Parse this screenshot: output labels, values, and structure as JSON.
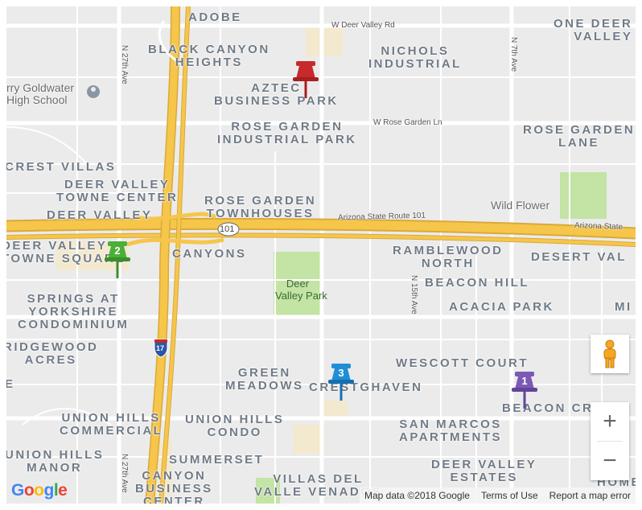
{
  "areas": {
    "adobe": "ADOBE",
    "black_canyon_heights": "BLACK CANYON\nHEIGHTS",
    "nichols_industrial": "NICHOLS\nINDUSTRIAL",
    "one_deer_valley": "ONE DEER\nVALLEY",
    "aztec_business_park": "AZTEC\nBUSINESS PARK",
    "rose_garden_industrial_park": "ROSE GARDEN\nINDUSTRIAL PARK",
    "rose_garden_lane": "ROSE GARDEN\nLANE",
    "crest_villas": "CREST VILLAS",
    "deer_valley_towne_center": "DEER VALLEY\nTOWNE CENTER",
    "deer_valley": "DEER VALLEY",
    "rose_garden_townhouses": "ROSE GARDEN\nTOWNHOUSES",
    "deer_valley_towne_square": "DEER VALLEY\nTOWNE SQUARE",
    "canyons": "CANYONS",
    "ramblewood_north": "RAMBLEWOOD\nNORTH",
    "desert_val": "DESERT VAL",
    "beacon_hill": "BEACON HILL",
    "acacia_park": "ACACIA PARK",
    "mi": "MI",
    "springs_at_yorkshire": "SPRINGS AT\nYORKSHIRE\nCONDOMINIUM",
    "ridgewood_acres": "RIDGEWOOD\nACRES",
    "wescott_court": "WESCOTT COURT",
    "green_meadows": "GREEN\nMEADOWS",
    "crestghaven": "CRESTGHAVEN",
    "beacon_cre": "BEACON CRE",
    "union_hills_commercial": "UNION HILLS\nCOMMERCIAL",
    "union_hills_condo": "UNION HILLS\nCONDO",
    "san_marcos_apartments": "SAN MARCOS\nAPARTMENTS",
    "union_hills_manor": "UNION HILLS\nMANOR",
    "summerset": "SUMMERSET",
    "canyon_business_center": "CANYON\nBUSINESS\nCENTER",
    "villas_del_valle_venados": "VILLAS DEL\nVALLE VENADOS",
    "deer_valley_estates": "DEER VALLEY\nESTATES",
    "home": "HOME",
    "e": "E"
  },
  "streets": {
    "w_deer_valley_rd": "W Deer Valley Rd",
    "w_rose_garden_ln": "W Rose Garden Ln",
    "n_27th_ave_top": "N 27th Ave",
    "n_27th_ave_bottom": "N 27th Ave",
    "n_7th_ave": "N 7th Ave",
    "n_15th_ave": "N 15th Ave",
    "az_101_center": "Arizona State Route 101",
    "az_101_right": "Arizona State"
  },
  "shields": {
    "r101": "101",
    "i17": "17"
  },
  "pois": {
    "goldwater_school": "rry Goldwater\nHigh School",
    "wild_flower": "Wild Flower"
  },
  "parks": {
    "deer_valley_park": "Deer\nValley Park"
  },
  "markers": [
    {
      "label": "",
      "color": "#c62a2a"
    },
    {
      "label": "2",
      "color": "#4caf3a"
    },
    {
      "label": "3",
      "color": "#1e8fd6"
    },
    {
      "label": "1",
      "color": "#7b59b4"
    }
  ],
  "controls": {
    "zoom_in": "+",
    "zoom_out": "−",
    "pegman": "pegman-icon"
  },
  "attribution": {
    "map_data": "Map data ©2018 Google",
    "terms": "Terms of Use",
    "report": "Report a map error"
  },
  "logo": {
    "letters": [
      "G",
      "o",
      "o",
      "g",
      "l",
      "e"
    ],
    "colors": [
      "#4285F4",
      "#EA4335",
      "#FBBC05",
      "#4285F4",
      "#34A853",
      "#EA4335"
    ]
  },
  "colors": {
    "land": "#ebebeb",
    "road": "#ffffff",
    "highway": "#f6c64b",
    "park": "#c3e4a4",
    "commercial": "#f3e9cf"
  }
}
